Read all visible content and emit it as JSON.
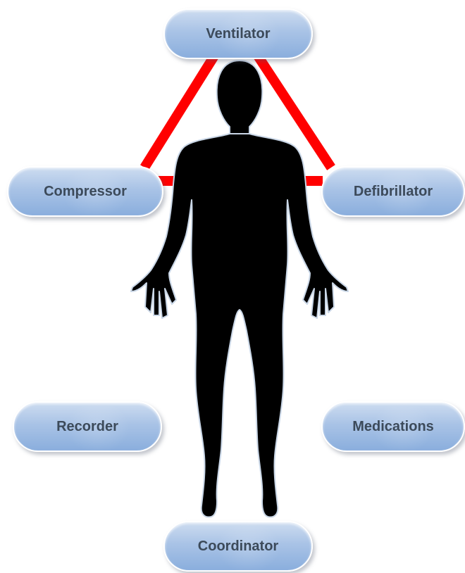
{
  "diagram": {
    "roles": {
      "ventilator": "Ventilator",
      "compressor": "Compressor",
      "defibrillator": "Defibrillator",
      "recorder": "Recorder",
      "medications": "Medications",
      "coordinator": "Coordinator"
    },
    "connections": [
      [
        "Ventilator",
        "Compressor"
      ],
      [
        "Ventilator",
        "Defibrillator"
      ],
      [
        "Compressor",
        "Defibrillator"
      ]
    ],
    "colors": {
      "connection_line": "#ff0000",
      "silhouette": "#000000",
      "silhouette_outline": "#c9d6e6",
      "pill_fill": "#a9c3e6",
      "pill_text": "#3c4a5a"
    }
  }
}
